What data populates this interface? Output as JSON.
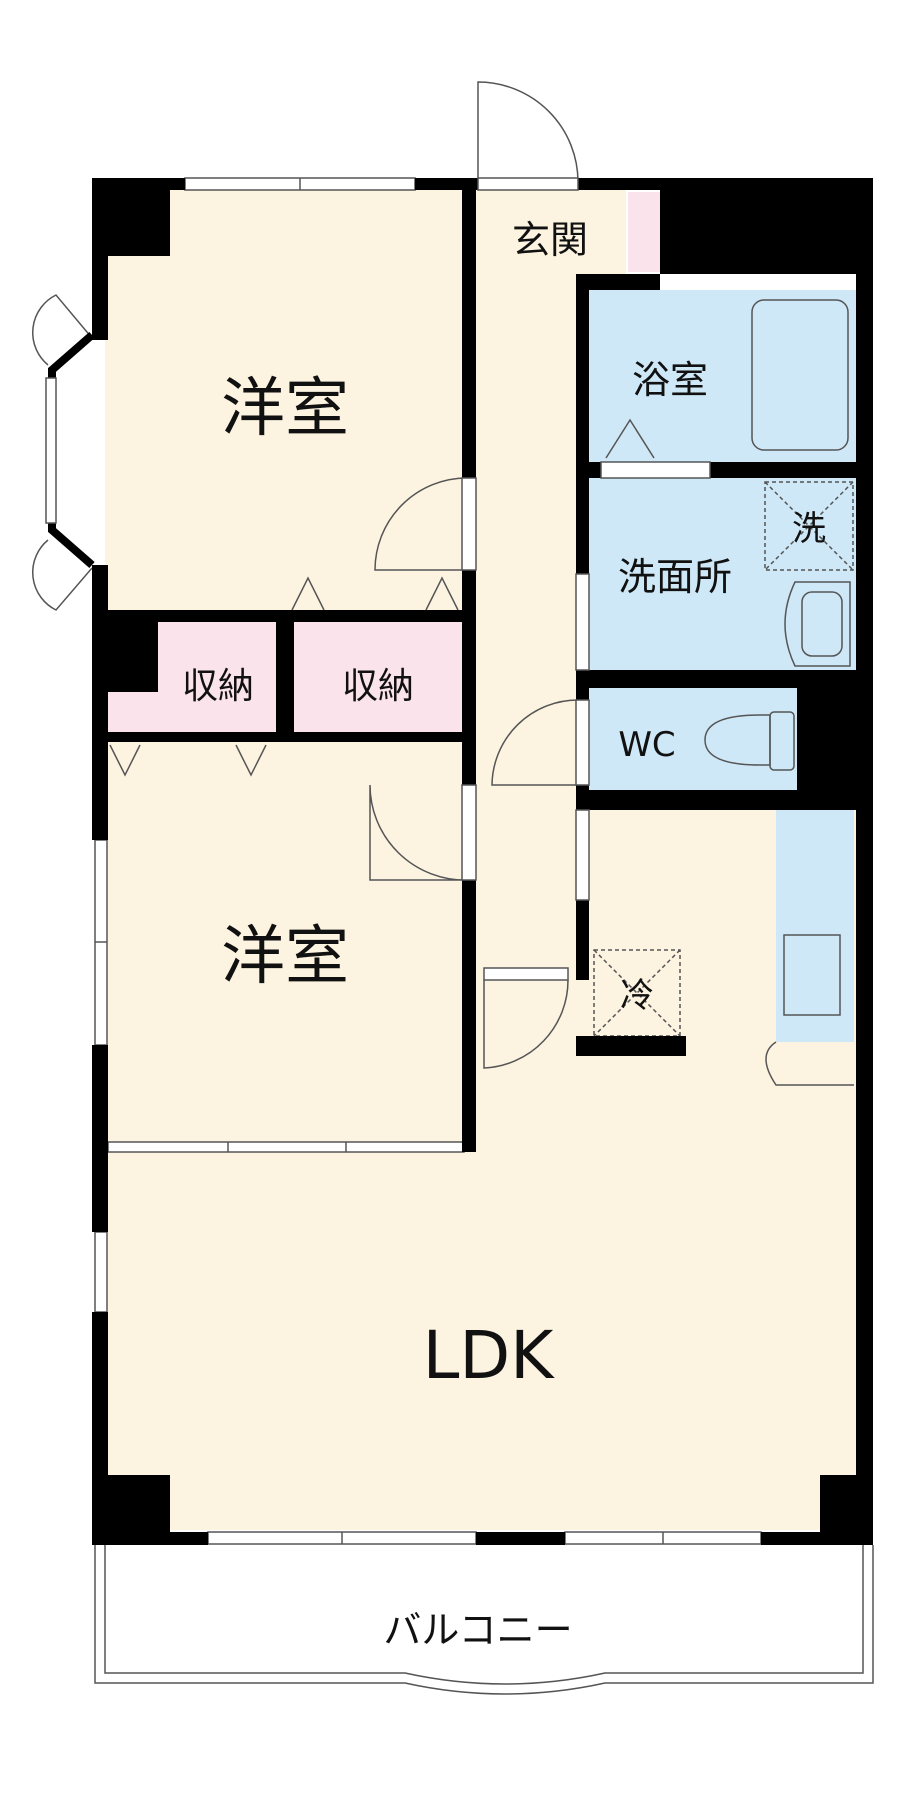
{
  "rooms": {
    "western_room_1": "洋室",
    "western_room_2": "洋室",
    "entrance": "玄関",
    "bathroom": "浴室",
    "washroom": "洗面所",
    "toilet": "WC",
    "storage_1": "収納",
    "storage_2": "収納",
    "ldk": "LDK",
    "balcony": "バルコニー"
  },
  "fixtures": {
    "washing_machine": "洗",
    "refrigerator": "冷"
  },
  "colors": {
    "wall": "#000000",
    "room_floor": "#fcf3e1",
    "wet_area": "#cfe8f7",
    "storage": "#fbe3ec",
    "balcony": "#ffffff",
    "line": "#555555"
  }
}
